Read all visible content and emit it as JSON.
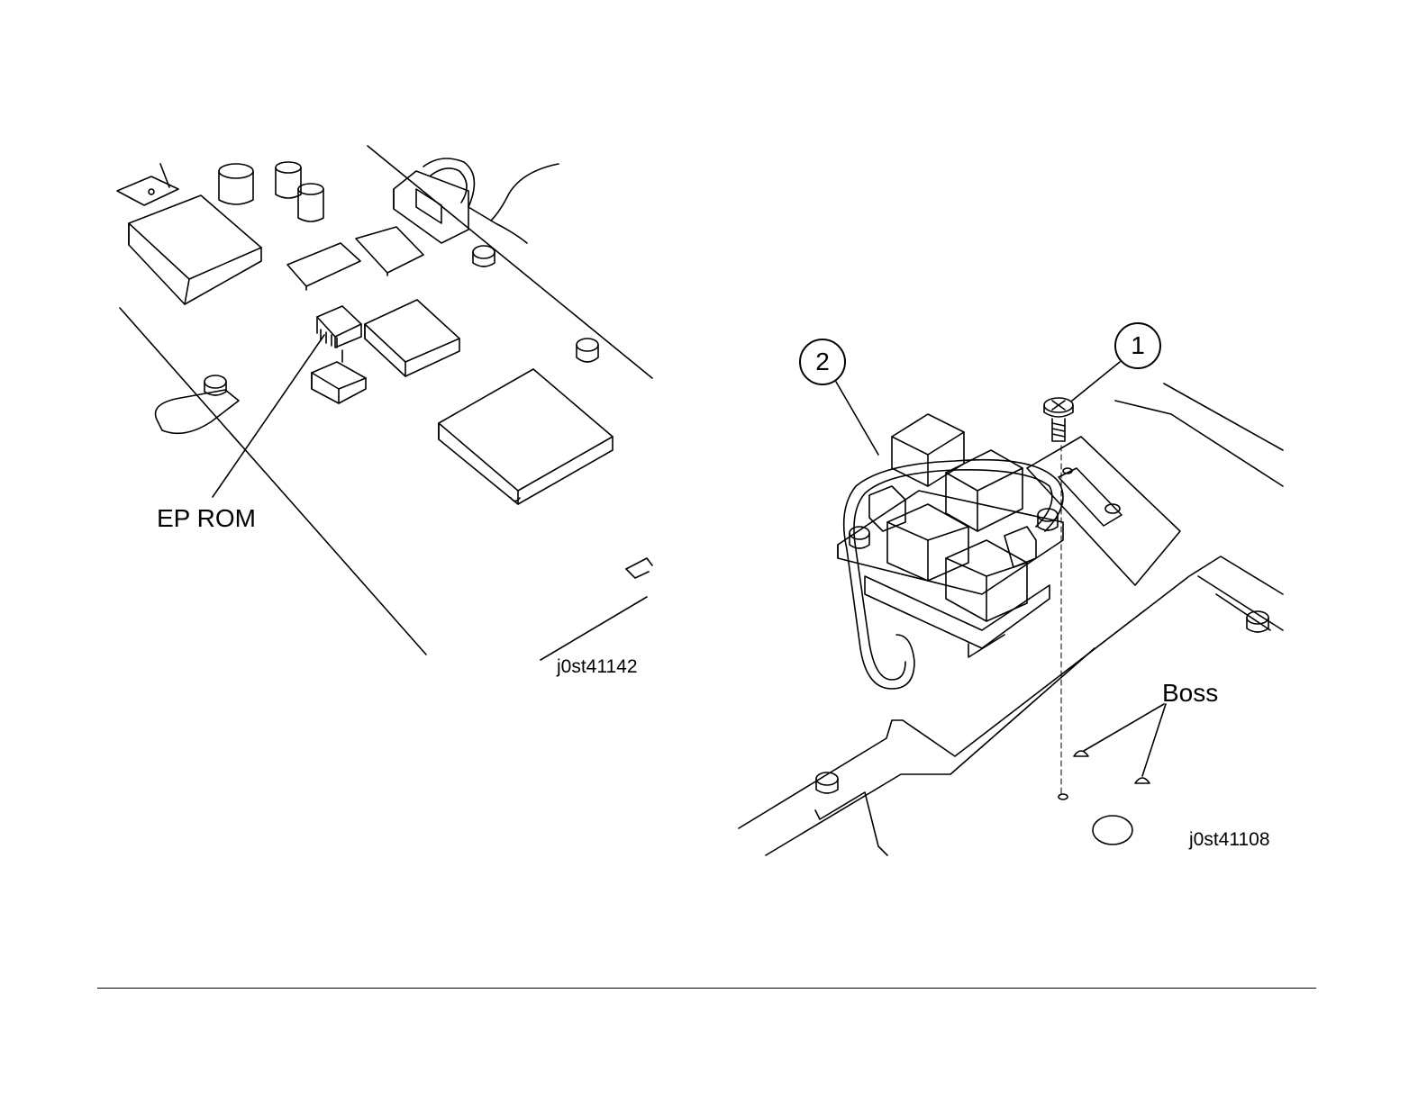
{
  "figure_left": {
    "callout_label": "EP ROM",
    "image_id": "j0st41142"
  },
  "figure_right": {
    "callouts": [
      "1",
      "2"
    ],
    "boss_label": "Boss",
    "image_id": "j0st41108"
  }
}
